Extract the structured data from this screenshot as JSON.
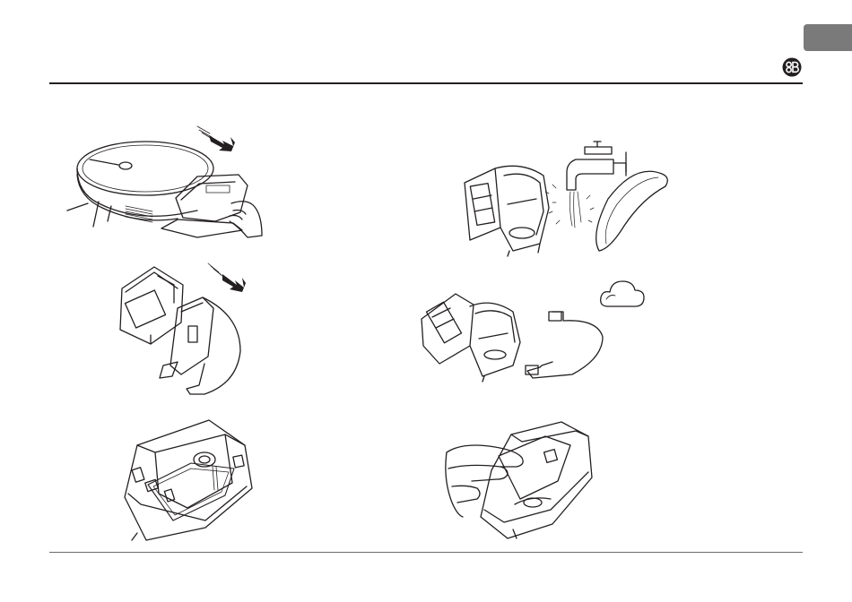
{
  "page": {
    "language_tab": "",
    "brand_logo": "brand-logo-icon",
    "illustrations": [
      {
        "id": "step-1",
        "icon": "robot-vacuum-remove-dustbin-icon"
      },
      {
        "id": "step-2",
        "icon": "dustbin-separate-mop-holder-icon"
      },
      {
        "id": "step-3",
        "icon": "dustbin-underside-mop-icon"
      },
      {
        "id": "step-4",
        "icon": "wash-dustbin-under-tap-icon"
      },
      {
        "id": "step-5",
        "icon": "air-dry-dustbin-filter-icon"
      },
      {
        "id": "step-6",
        "icon": "reattach-mop-cloth-icon"
      }
    ]
  },
  "colors": {
    "line": "#231f20",
    "tab": "#7a7a7a",
    "rule": "#231f20"
  }
}
